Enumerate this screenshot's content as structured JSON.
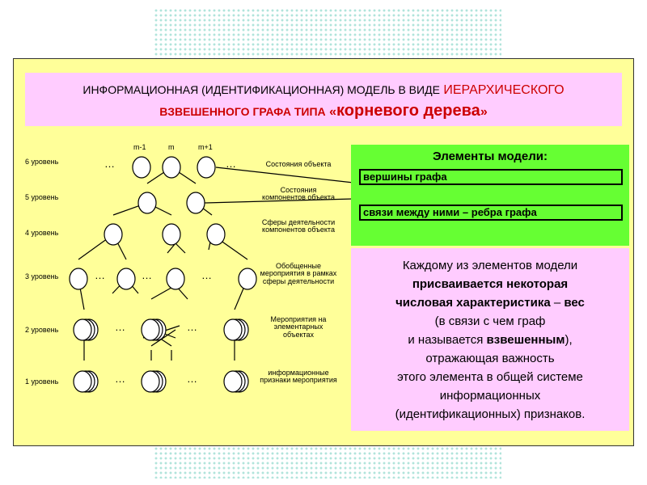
{
  "title": {
    "part1": "ИНФОРМАЦИОННАЯ (ИДЕНТИФИКАЦИОННАЯ) МОДЕЛЬ В ВИДЕ",
    "part2": "ИЕРАРХИЧЕСКОГО",
    "part3": "ВЗВЕШЕННОГО ГРАФА ТИПА",
    "quote_open": "«",
    "part4": "корневого дерева",
    "quote_close": "»"
  },
  "graph": {
    "levels": [
      "6 уровень",
      "5 уровень",
      "4 уровень",
      "3 уровень",
      "2 уровень",
      "1 уровень"
    ],
    "top_markers": [
      "m-1",
      "m",
      "m+1"
    ],
    "ellipsis": "…",
    "column_labels": [
      "Состояния объекта",
      "Состояния компонентов объекта",
      "Сферы деятельности компонентов объекта",
      "Обобщенные мероприятия в рамках сферы деятельности",
      "Мероприятия на элементарных объектах",
      "информационные признаки мероприятия"
    ]
  },
  "model_elements": {
    "title": "Элементы модели:",
    "items": [
      "вершины графа",
      "связи между ними – ребра графа"
    ]
  },
  "description": {
    "line1": "Каждому из элементов модели",
    "line2": "присваивается некоторая",
    "line3a": "числовая характеристика",
    "line3b": " – ",
    "line3c": "вес",
    "line4": "(в связи с чем граф",
    "line5a": "и называется ",
    "line5b": "взвешенным",
    "line5c": "),",
    "line6": "отражающая важность",
    "line7": "этого элемента в общей системе",
    "line8": "информационных",
    "line9": "(идентификационных) признаков."
  },
  "colors": {
    "slide_bg": "#ffff99",
    "title_bg": "#ffccff",
    "accent_red": "#cc0000",
    "green_box": "#66ff33",
    "pink_box": "#ffccff"
  }
}
